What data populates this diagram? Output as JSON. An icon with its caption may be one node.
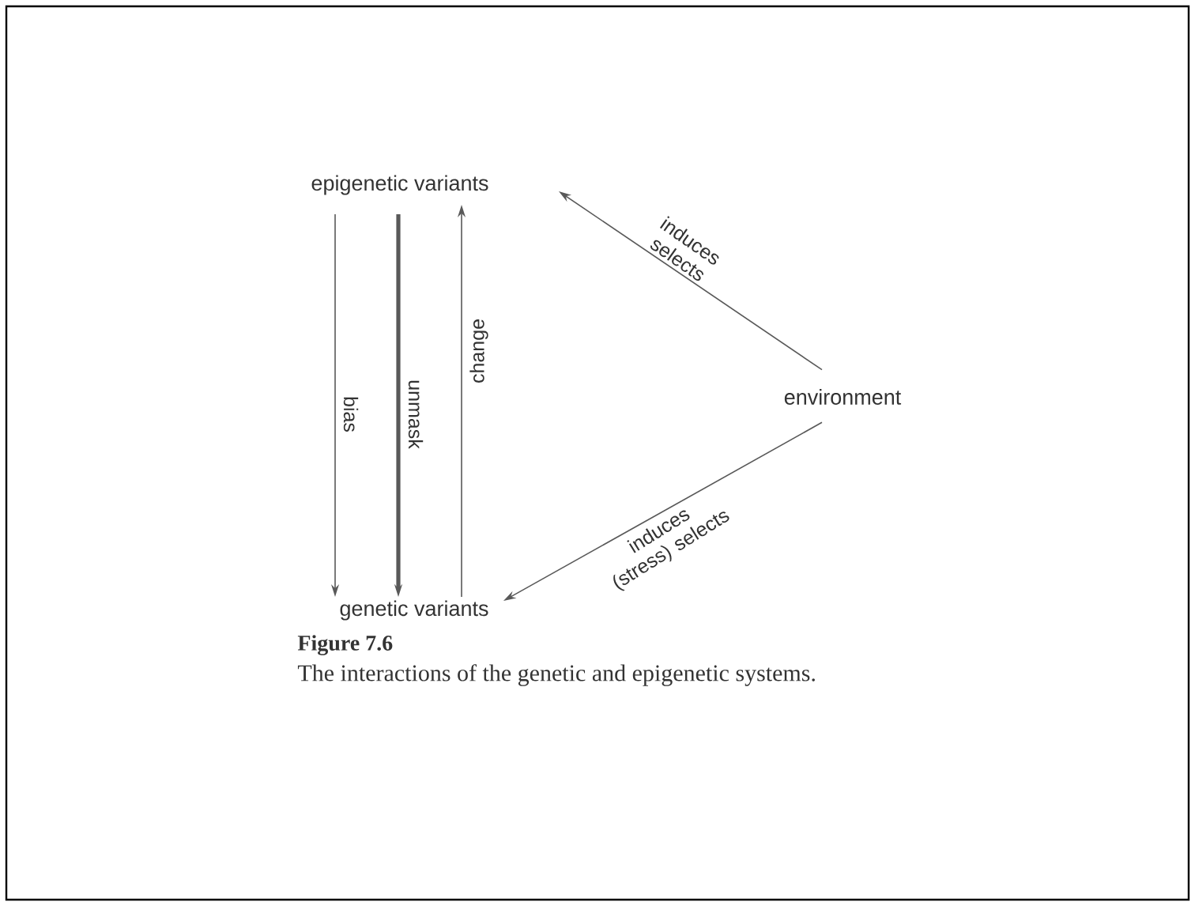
{
  "diagram": {
    "title": "Figure 7.6",
    "caption": "The interactions of the genetic and epigenetic systems.",
    "nodes": [
      {
        "text": [
          "epigenetic variants"
        ]
      },
      {
        "text": [
          "genetic variants"
        ]
      },
      {
        "text": [
          "environment"
        ]
      }
    ],
    "edges": [
      {
        "from": 0,
        "to": 1,
        "arrow": "to",
        "label": "bias"
      },
      {
        "from": 0,
        "to": 1,
        "arrow": "to",
        "label": "unmask",
        "style": "thick"
      },
      {
        "from": 1,
        "to": 0,
        "arrow": "to",
        "label": "change"
      },
      {
        "from": 2,
        "to": 0,
        "arrow": "to",
        "label": "induces selects"
      },
      {
        "from": 2,
        "to": 1,
        "arrow": "to",
        "label": "induces (stress) selects"
      }
    ]
  }
}
